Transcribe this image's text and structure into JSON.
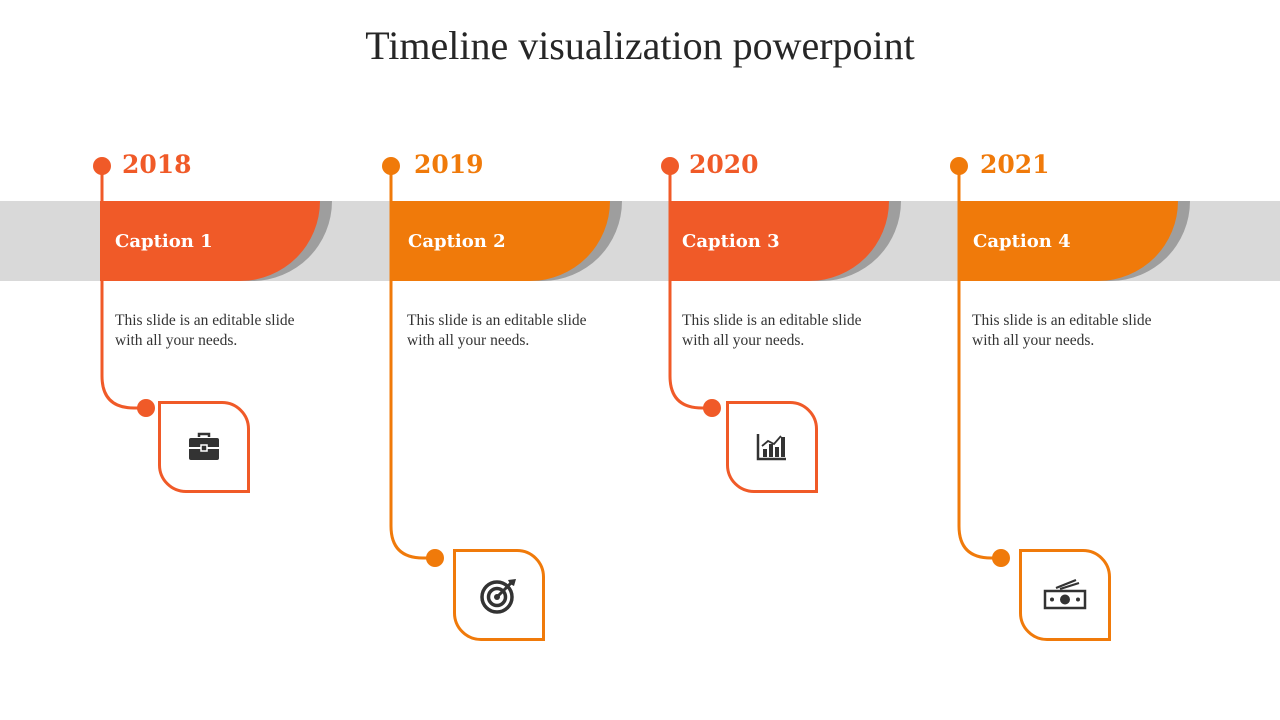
{
  "title": "Timeline visualization powerpoint",
  "colors": {
    "orange_red": "#f05a28",
    "orange": "#f07a0a",
    "band": "#d9d9d9",
    "shadow": "#9e9e9e"
  },
  "items": [
    {
      "year": "2018",
      "caption": "Caption 1",
      "text": "This slide is an editable slide with all your needs.",
      "icon": "briefcase-icon"
    },
    {
      "year": "2019",
      "caption": "Caption 2",
      "text": "This slide is an editable slide with all your needs.",
      "icon": "target-icon"
    },
    {
      "year": "2020",
      "caption": "Caption 3",
      "text": "This slide is an editable slide with all your needs.",
      "icon": "bar-chart-icon"
    },
    {
      "year": "2021",
      "caption": "Caption 4",
      "text": "This slide is an editable slide with all your needs.",
      "icon": "money-icon"
    }
  ]
}
